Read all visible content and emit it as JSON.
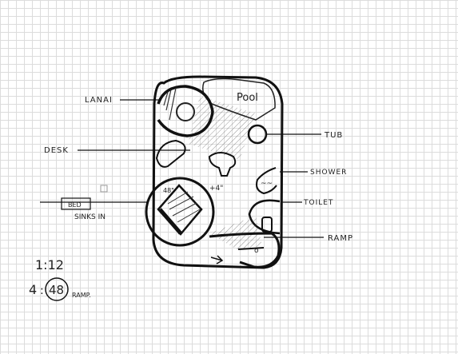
{
  "sketch": {
    "labels": {
      "lanai": "LANAI",
      "desk": "DESK",
      "bed": "BED",
      "sinks_in": "SINKS IN",
      "pool": "Pool",
      "tub": "TUB",
      "shower": "SHOWER",
      "toilet": "TOILET",
      "ramp": "RAMP",
      "plus_marks": "+4\"",
      "bed_dim": "48\""
    },
    "notes": {
      "slope": "1:12",
      "ramp_length_prefix": "4",
      "ramp_length_value": "48",
      "ramp_word": "RAMP."
    }
  },
  "colors": {
    "ink": "#111111",
    "grid": "#dcdcdc",
    "paper": "#ffffff"
  }
}
